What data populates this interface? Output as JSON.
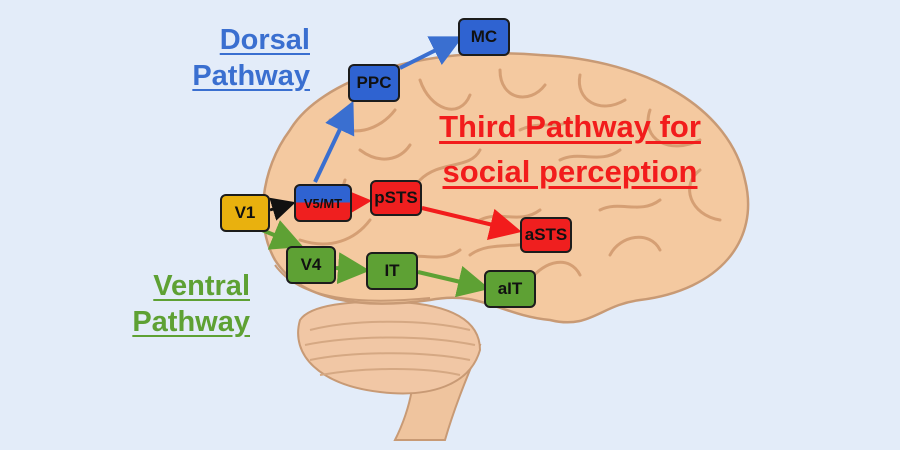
{
  "labels": {
    "dorsal_line1": "Dorsal",
    "dorsal_line2": "Pathway",
    "ventral_line1": "Ventral",
    "ventral_line2": "Pathway",
    "third_line1": "Third Pathway for",
    "third_line2": "social perception"
  },
  "nodes": {
    "v1": "V1",
    "v5mt": "V5/MT",
    "pSTS": "pSTS",
    "aSTS": "aSTS",
    "ppc": "PPC",
    "mc": "MC",
    "v4": "V4",
    "it": "IT",
    "ait": "aIT"
  },
  "colors": {
    "dorsal": "#3a6fd0",
    "ventral": "#5ea134",
    "third": "#f21c1c",
    "v1": "#e9b10e",
    "background": "#e3ecf9",
    "brain": "#f4c9a0"
  }
}
